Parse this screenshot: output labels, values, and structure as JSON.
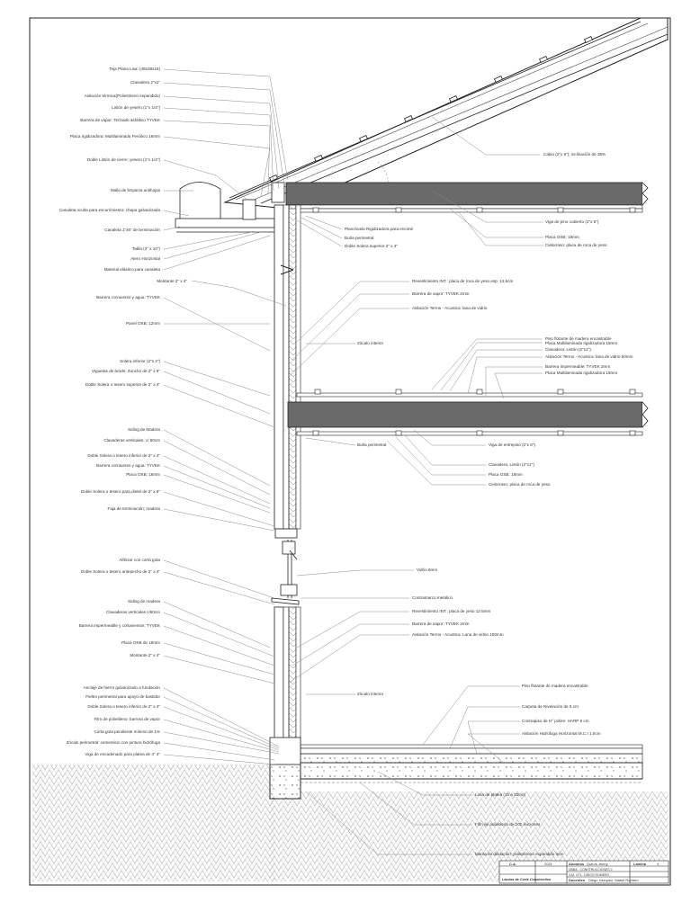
{
  "labels_left": [
    "Teja Plana Lisa: (48x28x16)",
    "Clavadera 2\"x1\"",
    "Aislación térmica(Poliestireno expandido)",
    "Listón de yesero (1\"x 1/4\")",
    "Barrera de vapor: Techado asfáltico TYVEK",
    "Placa rigidizadora: Multilaminado Fenólico 18mm",
    "Doble Listón de cierre; yesero (1\"x 1/4\")",
    "Malla de limpieza antihojas",
    "Canaleta oculta para escurrimiento; chapa galvanizada",
    "Canaleta 1\"x8\" de terminación",
    "Tabla (2\" x 10\")",
    "Alero Horizontal",
    "Material elástico para canaleta",
    "Montante 2\" x 4\"",
    "Barrera corravento y agua: TYVEK",
    "Panel OSB: 12mm",
    "Solera inferior (2\"x 4\")",
    "Viguetas de borde: Zuncho de 2\" x 6\"",
    "Doble Solera o tesero superior de 2\" x 4\"",
    "Siding de Madera",
    "Clavaderas verticales; c/ 60cm",
    "Doble Solera o tesero inferior de 2\" x 4\"",
    "Barrera corravento y agua: TYVEK",
    "Placa OSB: 18mm",
    "Doble Solera o tesero para dintel de 2\" x 6\"",
    "Faja de terminación; madera",
    "Alféizar con corta gota",
    "Doble Solera o tesero antepecho de 2\" x 4\"",
    "Siding de madera",
    "Clavaderas verticales c/60cm",
    "Barrera impermeable y cortavientos: TYVEK",
    "Placa OSB de 18mm",
    "Montante 2\" x 4\"",
    "Anclaje de hierro galvanizado a fundación",
    "Fieltro perimetral para apoyo de bastidor",
    "Doble Solera o tesero inferior de 2\" x 4\"",
    "Film de polietileno: barrera de vapor",
    "Corta gota pendiente mínimo de 1%",
    "Zócalo perimetral: cementicio con pintura hidrófuga",
    "Viga de encadenado para platea de 4\" 4\""
  ],
  "labels_right": [
    "Cabio (2\"x 6\"); inclinación de 35%",
    "Planchuela Rigidizadora para encimé",
    "Burla perimetral",
    "Doble Solera superior 2\" x 4\"",
    "Viga de pino cubierto (2\"x 6\")",
    "Placa OSB: 18mm",
    "Cielorraso: placa de roca de yeso",
    "Revestimiento INT.: placa de roca de yeso esp. 12.5cm",
    "Barrera de vapor: TYVEK 2mm",
    "Aislación Termo - Acustica: lana de vidrio",
    "Zócalo interior",
    "Piso flotante de madera encastrable",
    "Placa Multilaminada rigidizadora 18mm",
    "Clavadera; Listón (2\"x1\")",
    "Aislación Termo - Acustica: lana de vidrio 50mm",
    "Barrera impermeable: TYVEK 2mm",
    "Placa Multilaminada rigidizadora 18mm",
    "Burla perimetral",
    "Viga de entrepiso (2\"x 6\")",
    "Clavadera; Listón (2\"x1\")",
    "Placa OSB: 18mm",
    "Cielorraso: placa de roca de yeso",
    "Vidrio 6mm",
    "Contramarco metálico",
    "Revestimiento INT.: placa de yeso 12.5mm",
    "Barrera de vapor: TYVEK 2mm",
    "Aislación Termo - Acustica: Lana de vidrio 100mm",
    "Zócalo interior",
    "Piso flotante de madera encastrable",
    "Carpeta de Nivelación de 5 cm",
    "Contrapiso de H° pobre: HARP 6 cm",
    "Aislación Hidrófuga Horizontal M.C.I 1.5cm",
    "Losa de platea (15 a 20cm)",
    "Film de polietileno de 200 micrones",
    "Manta de dilatación: poliestireno expandido 3cm"
  ],
  "title_block": {
    "sheet_tag": "C.A.",
    "year": "2021",
    "header_a": "Alumnos",
    "names_a": "Quirós Jenny",
    "code_row": "UBBA - CONSTRUCCIONES 2",
    "cat_row": "CAT. N°3 - DIEGO ROMERO",
    "header_b": "Docentes",
    "names_b": "Diego Vázquez, Mabel Romero",
    "sheet_label": "Lámina",
    "sheet_no": "4",
    "title": "Lámina de Corte Constructivo"
  },
  "colors": {
    "ink": "#222222",
    "slab_fill": "#6a6a6a",
    "leader": "#8a8a8a",
    "hatch": "#b3b3b3"
  }
}
